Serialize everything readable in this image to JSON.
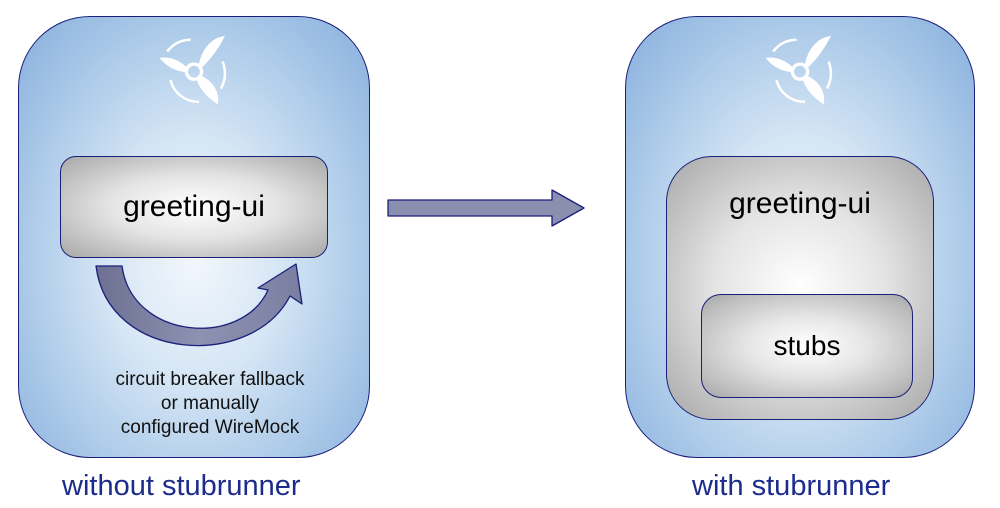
{
  "left_panel": {
    "service_label": "greeting-ui",
    "annotation_lines": [
      "circuit breaker fallback",
      "or manually",
      "configured WireMock"
    ],
    "caption": "without stubrunner",
    "logo_icon": "pinwheel-icon"
  },
  "right_panel": {
    "service_label": "greeting-ui",
    "stubs_label": "stubs",
    "caption": "with stubrunner",
    "logo_icon": "pinwheel-icon"
  },
  "transition_arrow_icon": "right-arrow-icon",
  "colors": {
    "panel_border": "#1a1f7a",
    "panel_fill": "#a9c8e8",
    "box_fill": "#d0d0d0",
    "arrow_fill": "#8a8fb0",
    "caption_text": "#1c2c8c"
  }
}
